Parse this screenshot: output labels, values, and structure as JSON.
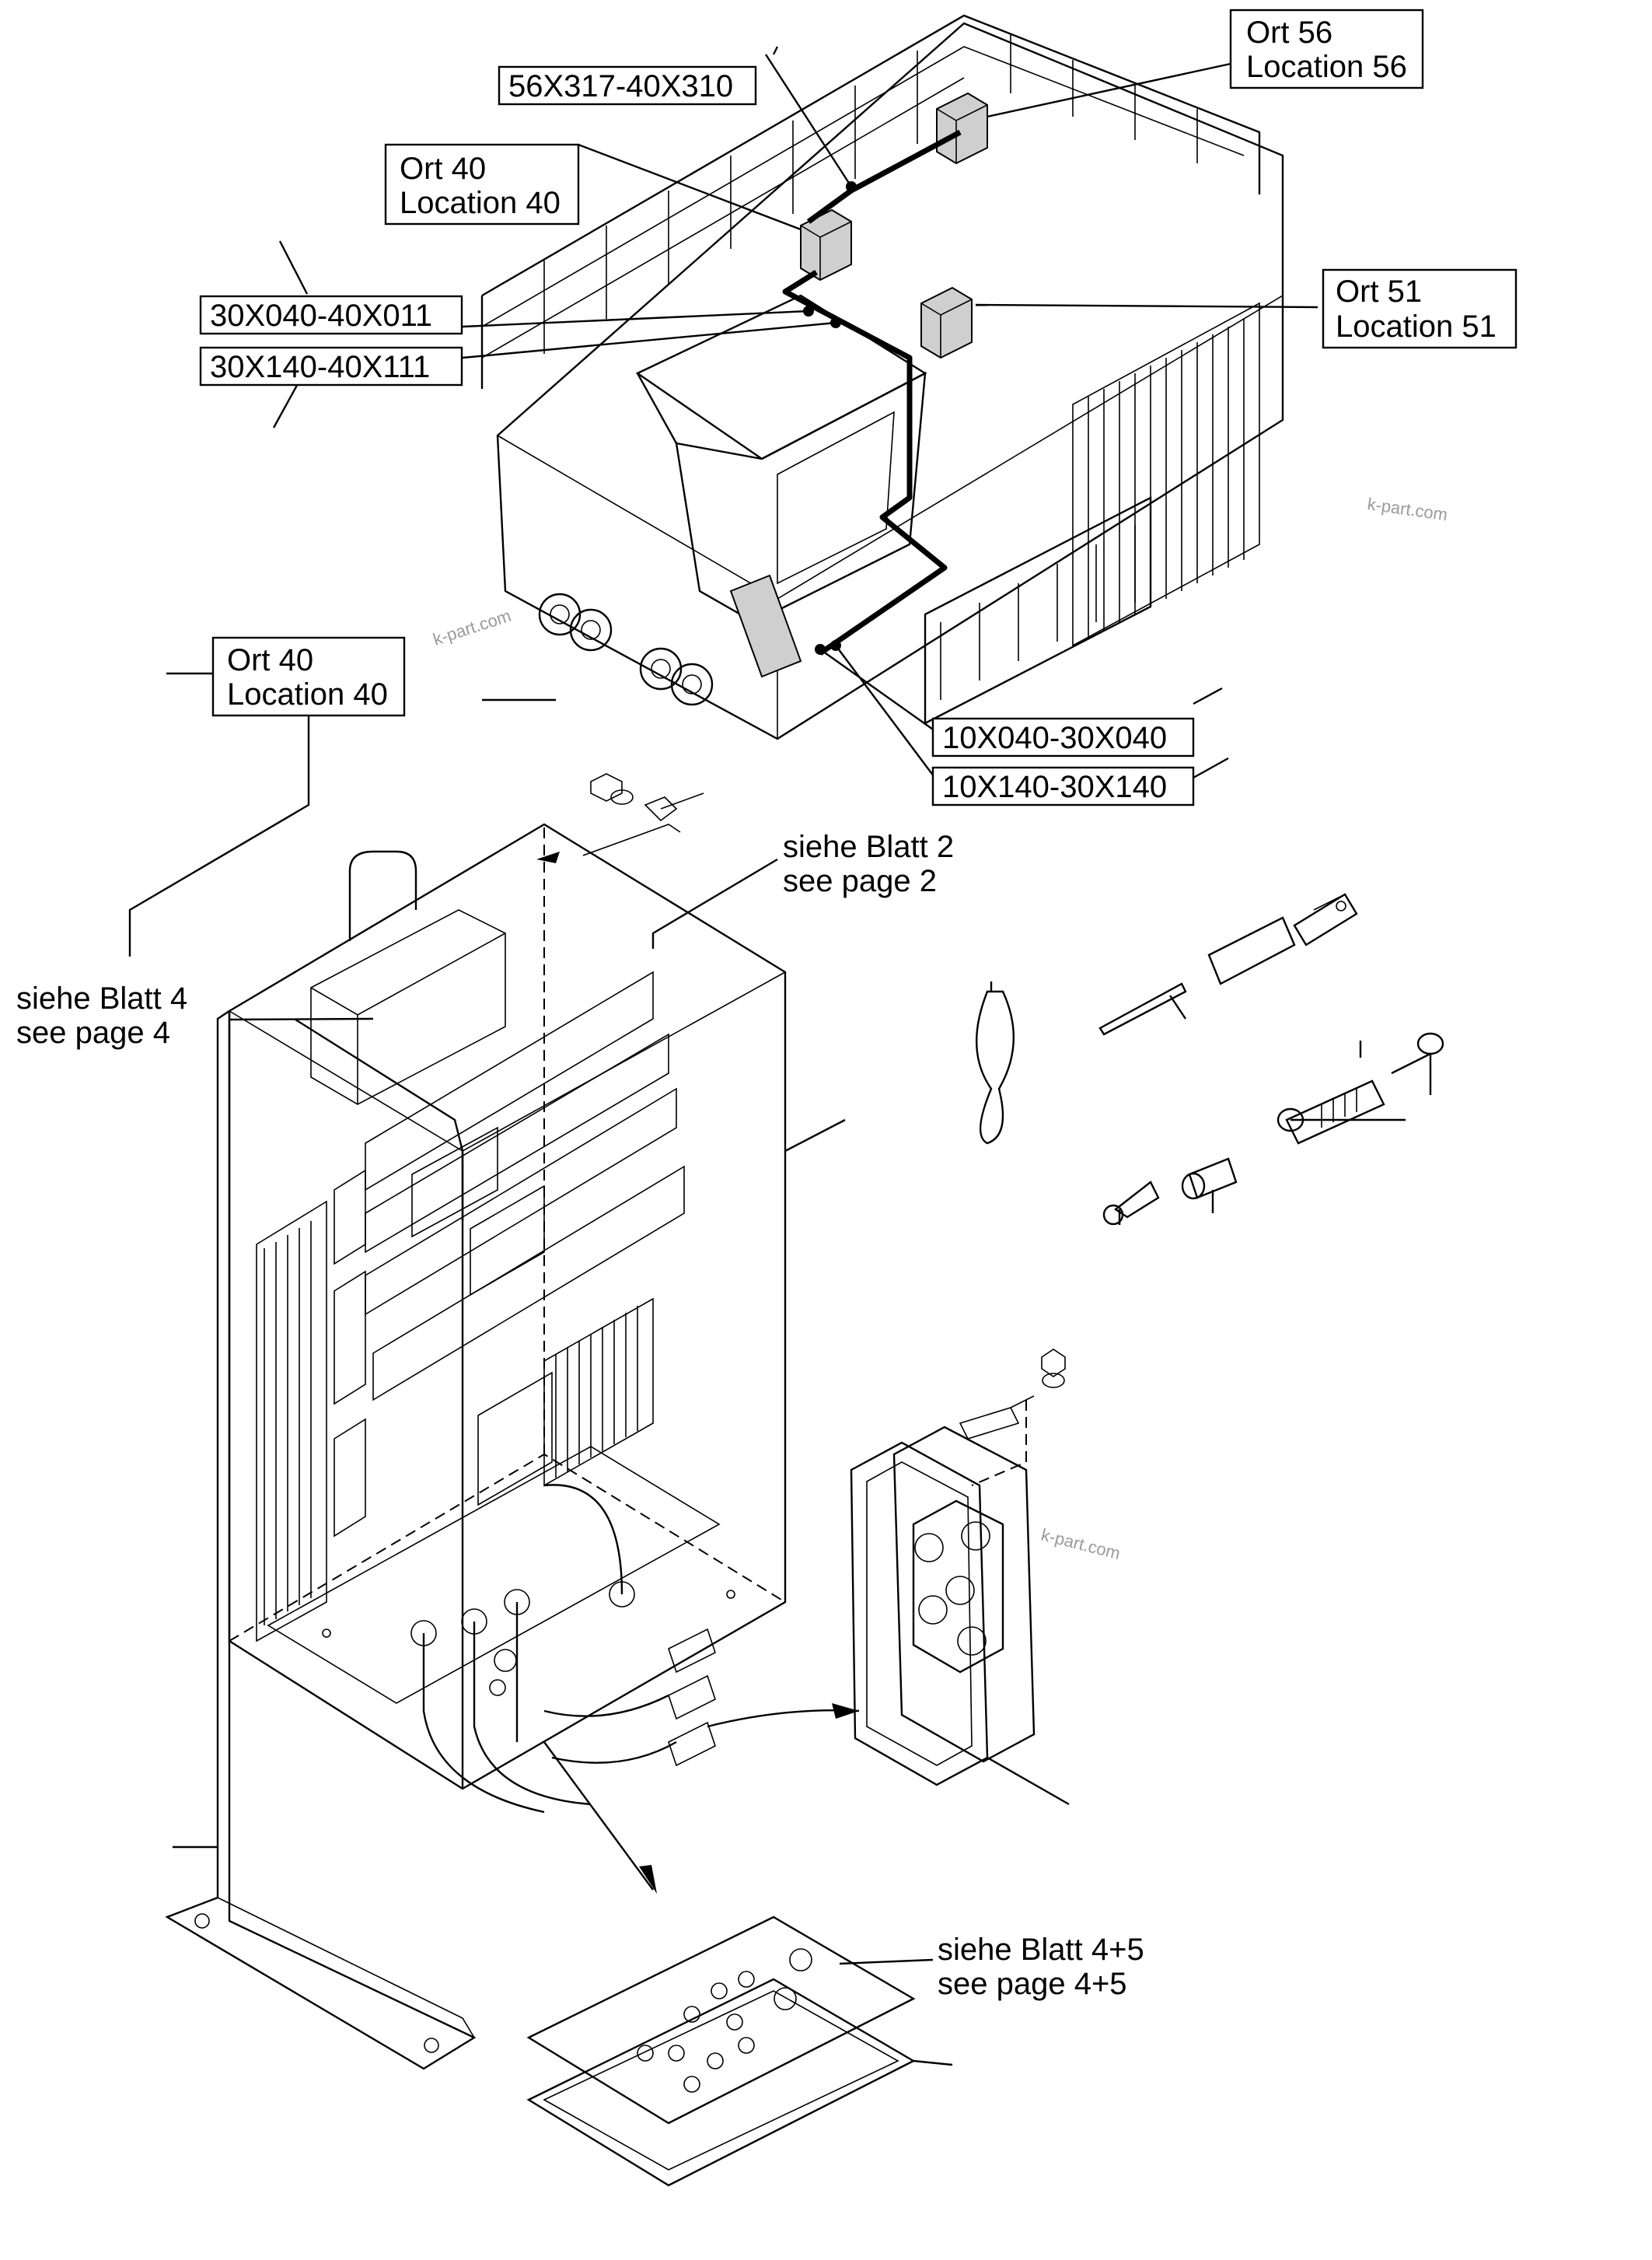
{
  "callouts": {
    "ort56": {
      "line1": "Ort 56",
      "line2": "Location 56"
    },
    "ort40_top": {
      "line1": "Ort 40",
      "line2": "Location 40"
    },
    "ort51": {
      "line1": "Ort 51",
      "line2": "Location 51"
    },
    "ort40_cab": {
      "line1": "Ort 40",
      "line2": "Location 40"
    }
  },
  "cable_labels": {
    "c56": "56X317-40X310",
    "c30a": "30X040-40X011",
    "c30b": "30X140-40X111",
    "c10a": "10X040-30X040",
    "c10b": "10X140-30X140"
  },
  "references": {
    "page2": {
      "line1": "siehe Blatt 2",
      "line2": "see page 2"
    },
    "page4": {
      "line1": "siehe Blatt 4",
      "line2": "see page 4"
    },
    "page45": {
      "line1": "siehe Blatt 4+5",
      "line2": "see page 4+5"
    }
  },
  "watermarks": [
    "k-part.com",
    "k-part.com",
    "k-part.com"
  ]
}
